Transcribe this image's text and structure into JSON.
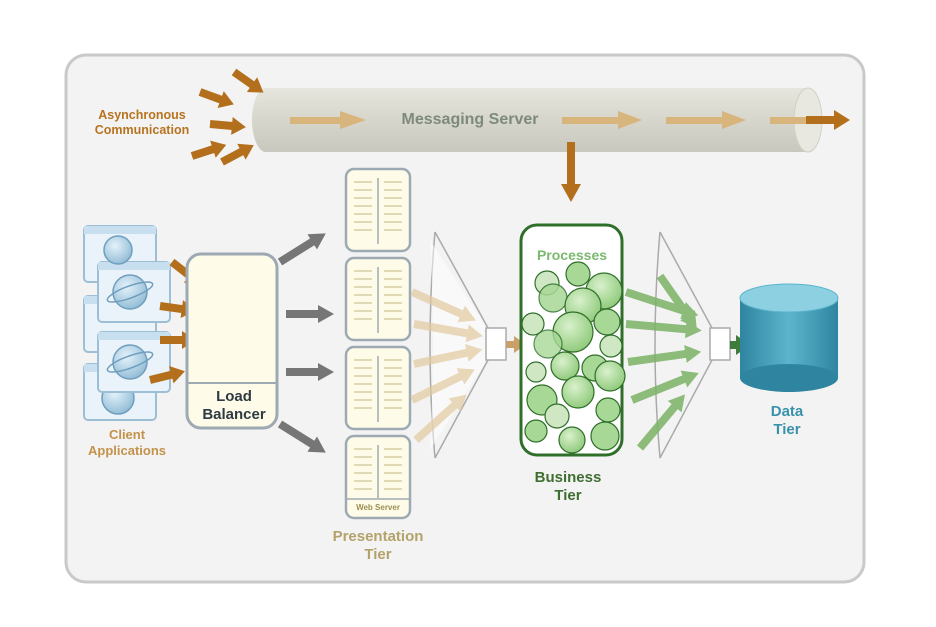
{
  "labels": {
    "async_line1": "Asynchronous",
    "async_line2": "Communication",
    "messaging_server": "Messaging Server",
    "processes": "Processes",
    "load_balancer_line1": "Load",
    "load_balancer_line2": "Balancer",
    "client_line1": "Client",
    "client_line2": "Applications",
    "web_server": "Web Server",
    "presentation_line1": "Presentation",
    "presentation_line2": "Tier",
    "business_line1": "Business",
    "business_line2": "Tier",
    "data_line1": "Data",
    "data_line2": "Tier"
  },
  "colors": {
    "frame_border": "#c9c9c9",
    "frame_fill": "#f3f3f3",
    "tube": "#dcdcd2",
    "async_arrow": "#b36f1c",
    "flow_arrow": "#d9b57e",
    "gray_arrow": "#767676",
    "green_border": "#2f6f2a",
    "process_circle": "#a8d896",
    "data_cylinder": "#4aa3bd",
    "lb_fill": "#fefce8"
  },
  "icons": {
    "client_app": "globe-window-icon",
    "web_server": "server-page-icon",
    "funnel": "funnel-icon",
    "database": "database-cylinder-icon"
  }
}
